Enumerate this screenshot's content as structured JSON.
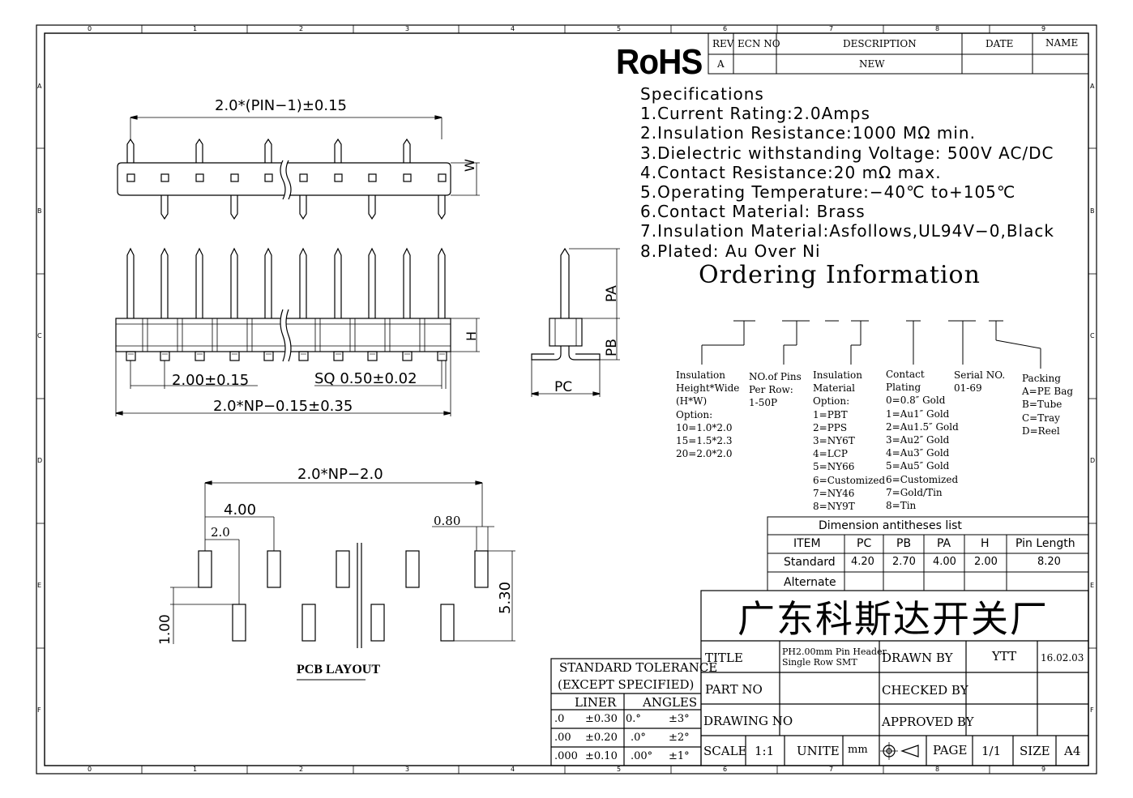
{
  "rohs": "RoHS",
  "revision_table": {
    "headers": [
      "REV",
      "ECN NO",
      "DESCRIPTION",
      "DATE",
      "NAME"
    ],
    "row": [
      "A",
      "",
      "NEW",
      "",
      ""
    ]
  },
  "specifications": {
    "heading": "Specifications",
    "items": [
      "1.Current  Rating:2.0Amps",
      "2.Insulation  Resistance:1000  MΩ  min.",
      "3.Dielectric  withstanding  Voltage:   500V  AC/DC",
      "4.Contact  Resistance:20  mΩ  max.",
      "5.Operating  Temperature:−40℃  to+105℃",
      "6.Contact  Material:  Brass",
      "7.Insulation  Material:Asfollows,UL94V−0,Black",
      "8.Plated:  Au  Over  Ni"
    ]
  },
  "ordering": {
    "title": "Ordering Information",
    "columns": [
      {
        "lines": [
          "Insulation",
          "Height*Wide",
          "(H*W)",
          "Option:",
          "10=1.0*2.0",
          "15=1.5*2.3",
          "20=2.0*2.0"
        ]
      },
      {
        "lines": [
          "NO.of Pins",
          "Per Row:",
          "1-50P"
        ]
      },
      {
        "lines": [
          "Insulation",
          "Material",
          "Option:",
          "1=PBT",
          "2=PPS",
          "3=NY6T",
          "4=LCP",
          "5=NY66",
          "6=Customized",
          "7=NY46",
          "8=NY9T"
        ]
      },
      {
        "lines": [
          "Contact",
          "Plating",
          "0=0.8″ Gold",
          "1=Au1″ Gold",
          "2=Au1.5″ Gold",
          "3=Au2″ Gold",
          "4=Au3″ Gold",
          "5=Au5″ Gold",
          "6=Customized",
          "7=Gold/Tin",
          "8=Tin"
        ]
      },
      {
        "lines": [
          "Serial NO.",
          "01-69"
        ]
      },
      {
        "lines": [
          "Packing",
          "A=PE Bag",
          "B=Tube",
          "C=Tray",
          "D=Reel"
        ]
      }
    ]
  },
  "dimension_table": {
    "title": "Dimension antitheses list",
    "headers": [
      "ITEM",
      "PC",
      "PB",
      "PA",
      "H",
      "Pin Length"
    ],
    "rows": [
      [
        "Standard",
        "4.20",
        "2.70",
        "4.00",
        "2.00",
        "8.20"
      ],
      [
        "Alternate",
        "",
        "",
        "",
        "",
        ""
      ]
    ]
  },
  "drawing_dims": {
    "top_pitch": "2.0*(PIN−1)±0.15",
    "w": "W",
    "h": "H",
    "pitch": "2.00±0.15",
    "sq": "SQ  0.50±0.02",
    "overall": "2.0*NP−0.15±0.35",
    "pa": "PA",
    "pb": "PB",
    "pc": "PC",
    "pcb_overall": "2.0*NP−2.0",
    "pcb_400": "4.00",
    "pcb_20": "2.0",
    "pcb_080": "0.80",
    "pcb_530": "5.30",
    "pcb_100": "1.00",
    "pcb_title": "PCB LAYOUT"
  },
  "tolerance": {
    "line1": "STANDARD  TOLERANCE",
    "line2": "(EXCEPT   SPECIFIED)",
    "liner": "LINER",
    "angles": "ANGLES",
    "rows": [
      [
        ".0",
        "±0.30",
        "0.°",
        "±3°"
      ],
      [
        ".00",
        "±0.20",
        ".0°",
        "±2°"
      ],
      [
        ".000",
        "±0.10",
        ".00°",
        "±1°"
      ]
    ]
  },
  "title_block": {
    "factory": "广东科斯达开关厂",
    "title_label": "TITLE",
    "title_value_1": "PH2.00mm Pin Header",
    "title_value_2": "Single  Row SMT",
    "drawn_by_label": "DRAWN BY",
    "drawn_by_value": "YTT",
    "date": "16.02.03",
    "part_no_label": "PART NO",
    "checked_by_label": "CHECKED BY",
    "drawing_no_label": "DRAWING NO",
    "approved_by_label": "APPROVED BY",
    "scale_label": "SCALE",
    "scale_value": "1:1",
    "unite_label": "UNITE",
    "unite_value": "mm",
    "page_label": "PAGE",
    "page_value": "1/1",
    "size_label": "SIZE",
    "size_value": "A4"
  },
  "frame": {
    "columns": [
      "0",
      "1",
      "2",
      "3",
      "4",
      "5",
      "6",
      "7",
      "8",
      "9"
    ],
    "rows": [
      "A",
      "B",
      "C",
      "D",
      "E",
      "F"
    ]
  }
}
